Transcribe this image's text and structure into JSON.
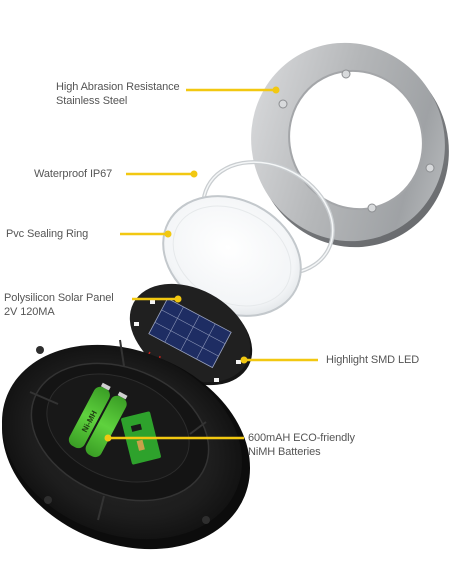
{
  "callouts": {
    "steel_ring": [
      "High Abrasion Resistance",
      "Stainless Steel"
    ],
    "waterproof": [
      "Waterproof IP67"
    ],
    "sealing_ring": [
      "Pvc Sealing Ring"
    ],
    "solar_panel": [
      "Polysilicon Solar Panel",
      "2V 120MA"
    ],
    "led": [
      "Highlight SMD LED"
    ],
    "batteries": [
      "600mAH ECO-friendly",
      "NiMH Batteries"
    ]
  },
  "battery_print": "Ni-MH",
  "colors": {
    "leader": "#f2c811",
    "label_text": "#555555",
    "steel": "#b9bbbd",
    "housing": "#1a1a1a",
    "battery": "#4cbf2f",
    "solar_cell": "#1e2d63"
  }
}
